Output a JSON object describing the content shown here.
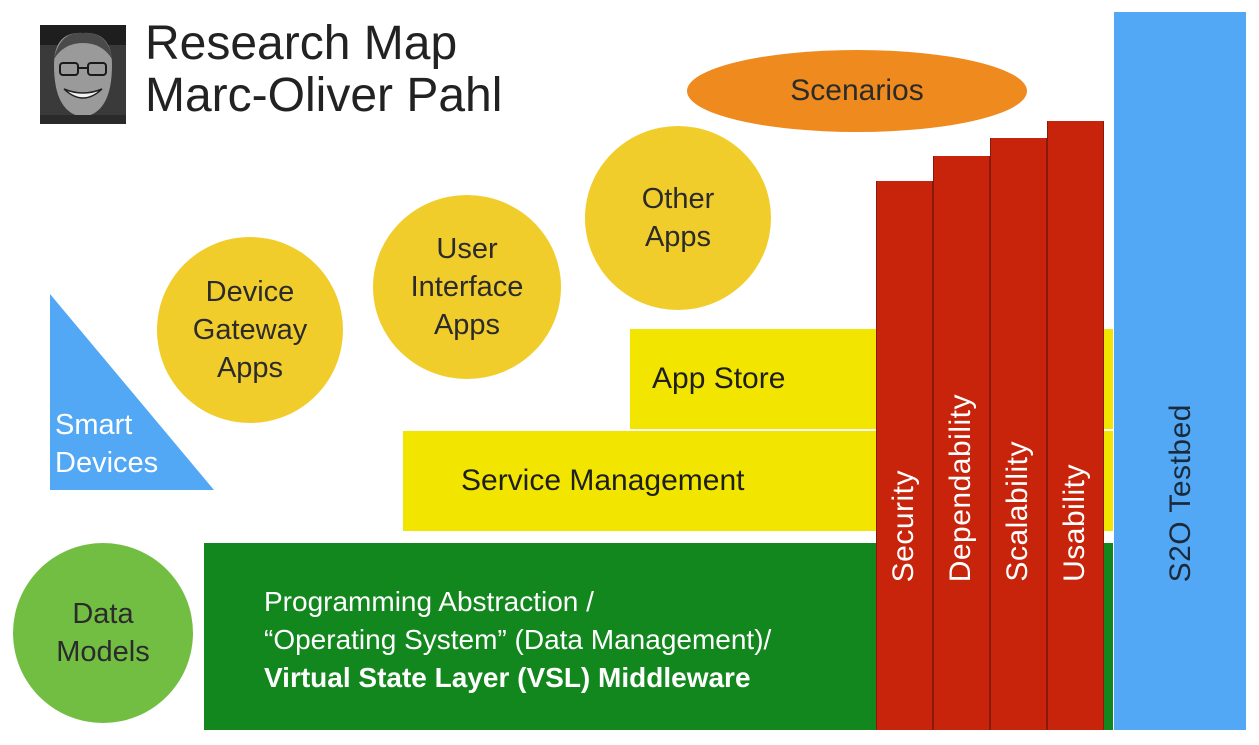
{
  "header": {
    "title_line1": "Research Map",
    "title_line2": "Marc-Oliver Pahl"
  },
  "scenarios": {
    "label": "Scenarios"
  },
  "apps": {
    "device_gateway": [
      "Device",
      "Gateway",
      "Apps"
    ],
    "user_interface": [
      "User",
      "Interface",
      "Apps"
    ],
    "other": [
      "Other",
      "Apps"
    ]
  },
  "smart_devices": {
    "line1": "Smart",
    "line2": "Devices"
  },
  "layers": {
    "app_store": "App Store",
    "service_management": "Service Management",
    "middleware": {
      "line1": "Programming Abstraction /",
      "line2": "“Operating System” (Data Management)/",
      "line3": "Virtual State Layer (VSL) Middleware"
    }
  },
  "data_models": {
    "line1": "Data",
    "line2": "Models"
  },
  "pillars": [
    "Security",
    "Dependability",
    "Scalability",
    "Usability"
  ],
  "testbed": {
    "label": "S2O Testbed"
  },
  "colors": {
    "red": "#c8230b",
    "green": "#12871d",
    "yellow": "#f2e600",
    "gold": "#f1cd2c",
    "orange": "#ef8a1e",
    "blue": "#52a8f5",
    "light_green": "#72be43"
  }
}
